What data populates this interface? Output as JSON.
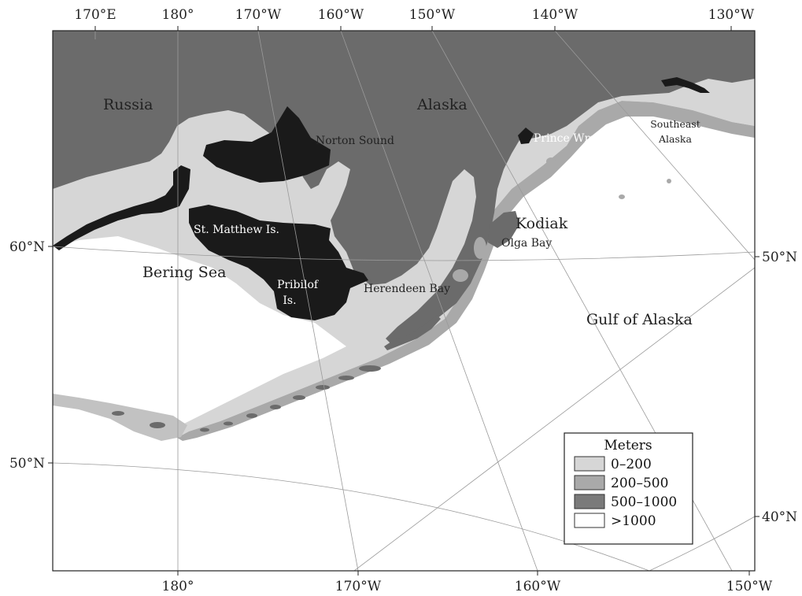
{
  "axes": {
    "top": [
      "170°E",
      "180°",
      "170°W",
      "160°W",
      "150°W",
      "140°W",
      "130°W"
    ],
    "bottom": [
      "180°",
      "170°W",
      "160°W",
      "150°W"
    ],
    "left": [
      "60°N",
      "50°N"
    ],
    "right": [
      "50°N",
      "40°N"
    ]
  },
  "places": {
    "russia": "Russia",
    "alaska": "Alaska",
    "norton_sound": "Norton Sound",
    "prince_wm_sound": "Prince Wm Sound",
    "southeast_alaska_1": "Southeast",
    "southeast_alaska_2": "Alaska",
    "st_matthew": "St. Matthew  Is.",
    "kodiak": "Kodiak",
    "olga_bay": "Olga Bay",
    "bering_sea": "Bering Sea",
    "pribilof_1": "Pribilof",
    "pribilof_2": "Is.",
    "herendeen_bay": "Herendeen Bay",
    "gulf_of_alaska": "Gulf of Alaska"
  },
  "legend": {
    "title": "Meters",
    "items": [
      {
        "label": "0–200",
        "color": "#d6d6d6"
      },
      {
        "label": "200–500",
        "color": "#a9a9a9"
      },
      {
        "label": "500–1000",
        "color": "#7a7a7a"
      },
      {
        "label": ">1000",
        "color": "#ffffff"
      }
    ]
  },
  "colors": {
    "land": "#6b6b6b",
    "shelf": "#d6d6d6",
    "slope": "#a9a9a9",
    "deep_slope": "#7a7a7a",
    "ocean": "#ffffff",
    "highlight_area": "#1a1a1a"
  }
}
